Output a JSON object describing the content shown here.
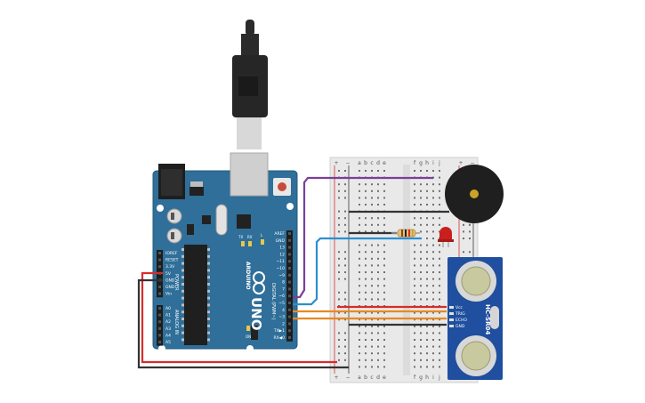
{
  "board": {
    "name_small": "ARDUINO",
    "model": "UNO",
    "digital_label": "DIGITAL (PWM~)",
    "power_label": "POWER",
    "analog_label": "ANALOG IN",
    "on_label": "ON",
    "tx_label": "TX",
    "rx_label": "RX",
    "l_label": "L",
    "power_pins": [
      "IOREF",
      "RESET",
      "3.3V",
      "5V",
      "GND",
      "GND",
      "Vin"
    ],
    "analog_pins": [
      "A0",
      "A1",
      "A2",
      "A3",
      "A4",
      "A5"
    ],
    "digital_pins": [
      "AREF",
      "GND",
      "13",
      "12",
      "~11",
      "~10",
      "~9",
      "8",
      "7",
      "~6",
      "~5",
      "4",
      "~3",
      "2",
      "TX▶1",
      "RX◀0"
    ]
  },
  "breadboard": {
    "columns_top": [
      "a",
      "b",
      "c",
      "d",
      "e",
      "f",
      "g",
      "h",
      "i",
      "j"
    ],
    "rail_plus": "+",
    "rail_minus": "−"
  },
  "sensor": {
    "model": "HC-SR04",
    "pins": [
      "Vcc",
      "TRIG",
      "ECHO",
      "GND"
    ]
  },
  "colors": {
    "board": "#2f6f99",
    "wire_red": "#d62c2c",
    "wire_black": "#333333",
    "wire_purple": "#7a3f99",
    "wire_blue": "#2a8fd0",
    "wire_orange": "#e8891f"
  }
}
